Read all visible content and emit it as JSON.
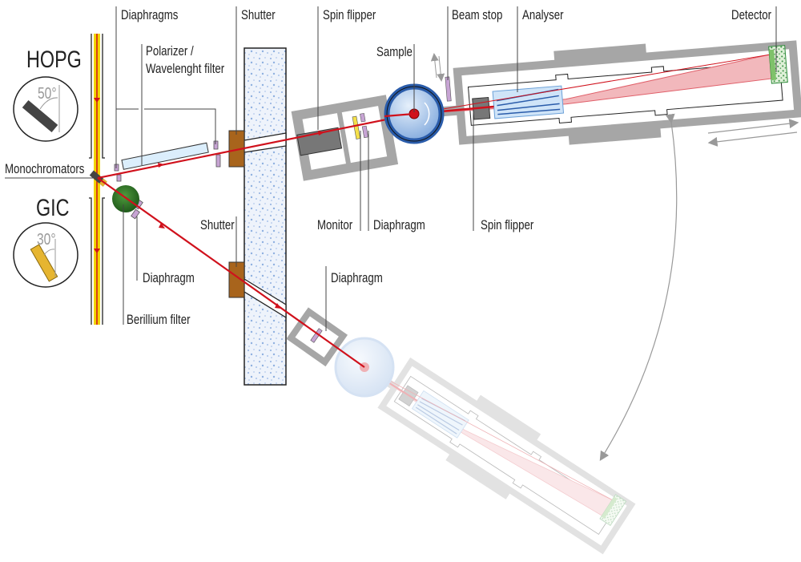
{
  "title": "Neutron spectrometer schematic",
  "labels": {
    "hopg": "HOPG",
    "gic": "GIC",
    "hopg_angle": "50°",
    "gic_angle": "30°",
    "monochromators": "Monochromators",
    "diaphragms": "Diaphragms",
    "polarizer_line1": "Polarizer /",
    "polarizer_line2": "Wavelenght filter",
    "shutter_top": "Shutter",
    "shutter_bottom": "Shutter",
    "spin_flipper_top": "Spin flipper",
    "sample": "Sample",
    "beam_stop": "Beam stop",
    "analyser": "Analyser",
    "detector": "Detector",
    "monitor": "Monitor",
    "diaphragm_monitor": "Diaphragm",
    "spin_flipper_bottom": "Spin flipper",
    "diaphragm_lower": "Diaphragm",
    "berillium_filter": "Berillium filter",
    "diaphragm_ghost": "Diaphragm"
  },
  "colors": {
    "beam": "#d0111c",
    "guide": "#f2d400",
    "sample": "#2a5caa",
    "shutter": "#a8641c",
    "wall": "#a9c3ea",
    "housing": "#a6a6a6"
  }
}
